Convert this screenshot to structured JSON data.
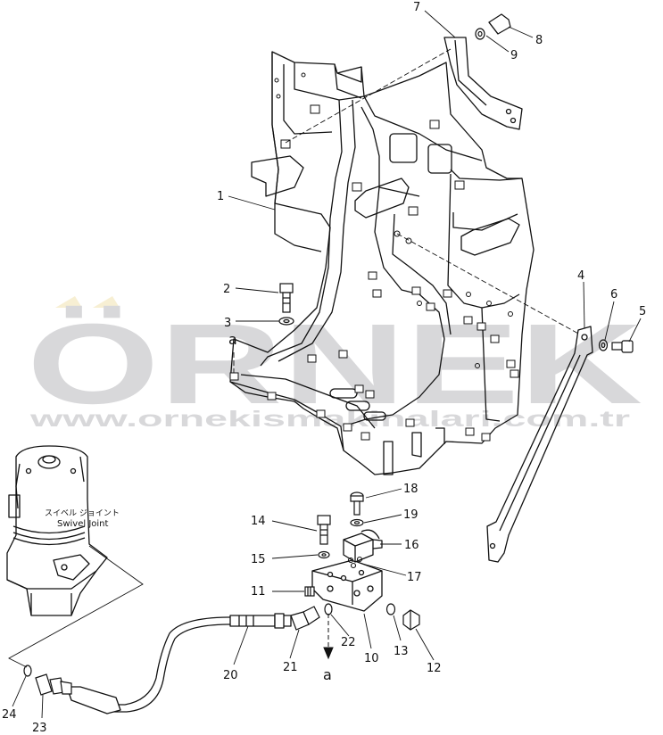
{
  "callouts": [
    {
      "id": "1",
      "text": "1"
    },
    {
      "id": "2",
      "text": "2"
    },
    {
      "id": "3",
      "text": "3"
    },
    {
      "id": "4",
      "text": "4"
    },
    {
      "id": "5",
      "text": "5"
    },
    {
      "id": "6",
      "text": "6"
    },
    {
      "id": "7",
      "text": "7"
    },
    {
      "id": "8",
      "text": "8"
    },
    {
      "id": "9",
      "text": "9"
    },
    {
      "id": "10",
      "text": "10"
    },
    {
      "id": "11",
      "text": "11"
    },
    {
      "id": "12",
      "text": "12"
    },
    {
      "id": "13",
      "text": "13"
    },
    {
      "id": "14",
      "text": "14"
    },
    {
      "id": "15",
      "text": "15"
    },
    {
      "id": "16",
      "text": "16"
    },
    {
      "id": "17",
      "text": "17"
    },
    {
      "id": "18",
      "text": "18"
    },
    {
      "id": "19",
      "text": "19"
    },
    {
      "id": "20",
      "text": "20"
    },
    {
      "id": "21",
      "text": "21"
    },
    {
      "id": "22",
      "text": "22"
    },
    {
      "id": "23",
      "text": "23"
    },
    {
      "id": "24",
      "text": "24"
    }
  ],
  "reference_marks": {
    "top": "a",
    "bottom": "a"
  },
  "swivel_joint": {
    "label_jp": "スイベル ジョイント",
    "label_en": "Swivel Joint"
  },
  "watermark": {
    "brand": "ÖRNEK",
    "url": "www.ornekismakinalari.com.tr",
    "color": "#b9b9bd",
    "accent": "#f2e3b0"
  }
}
